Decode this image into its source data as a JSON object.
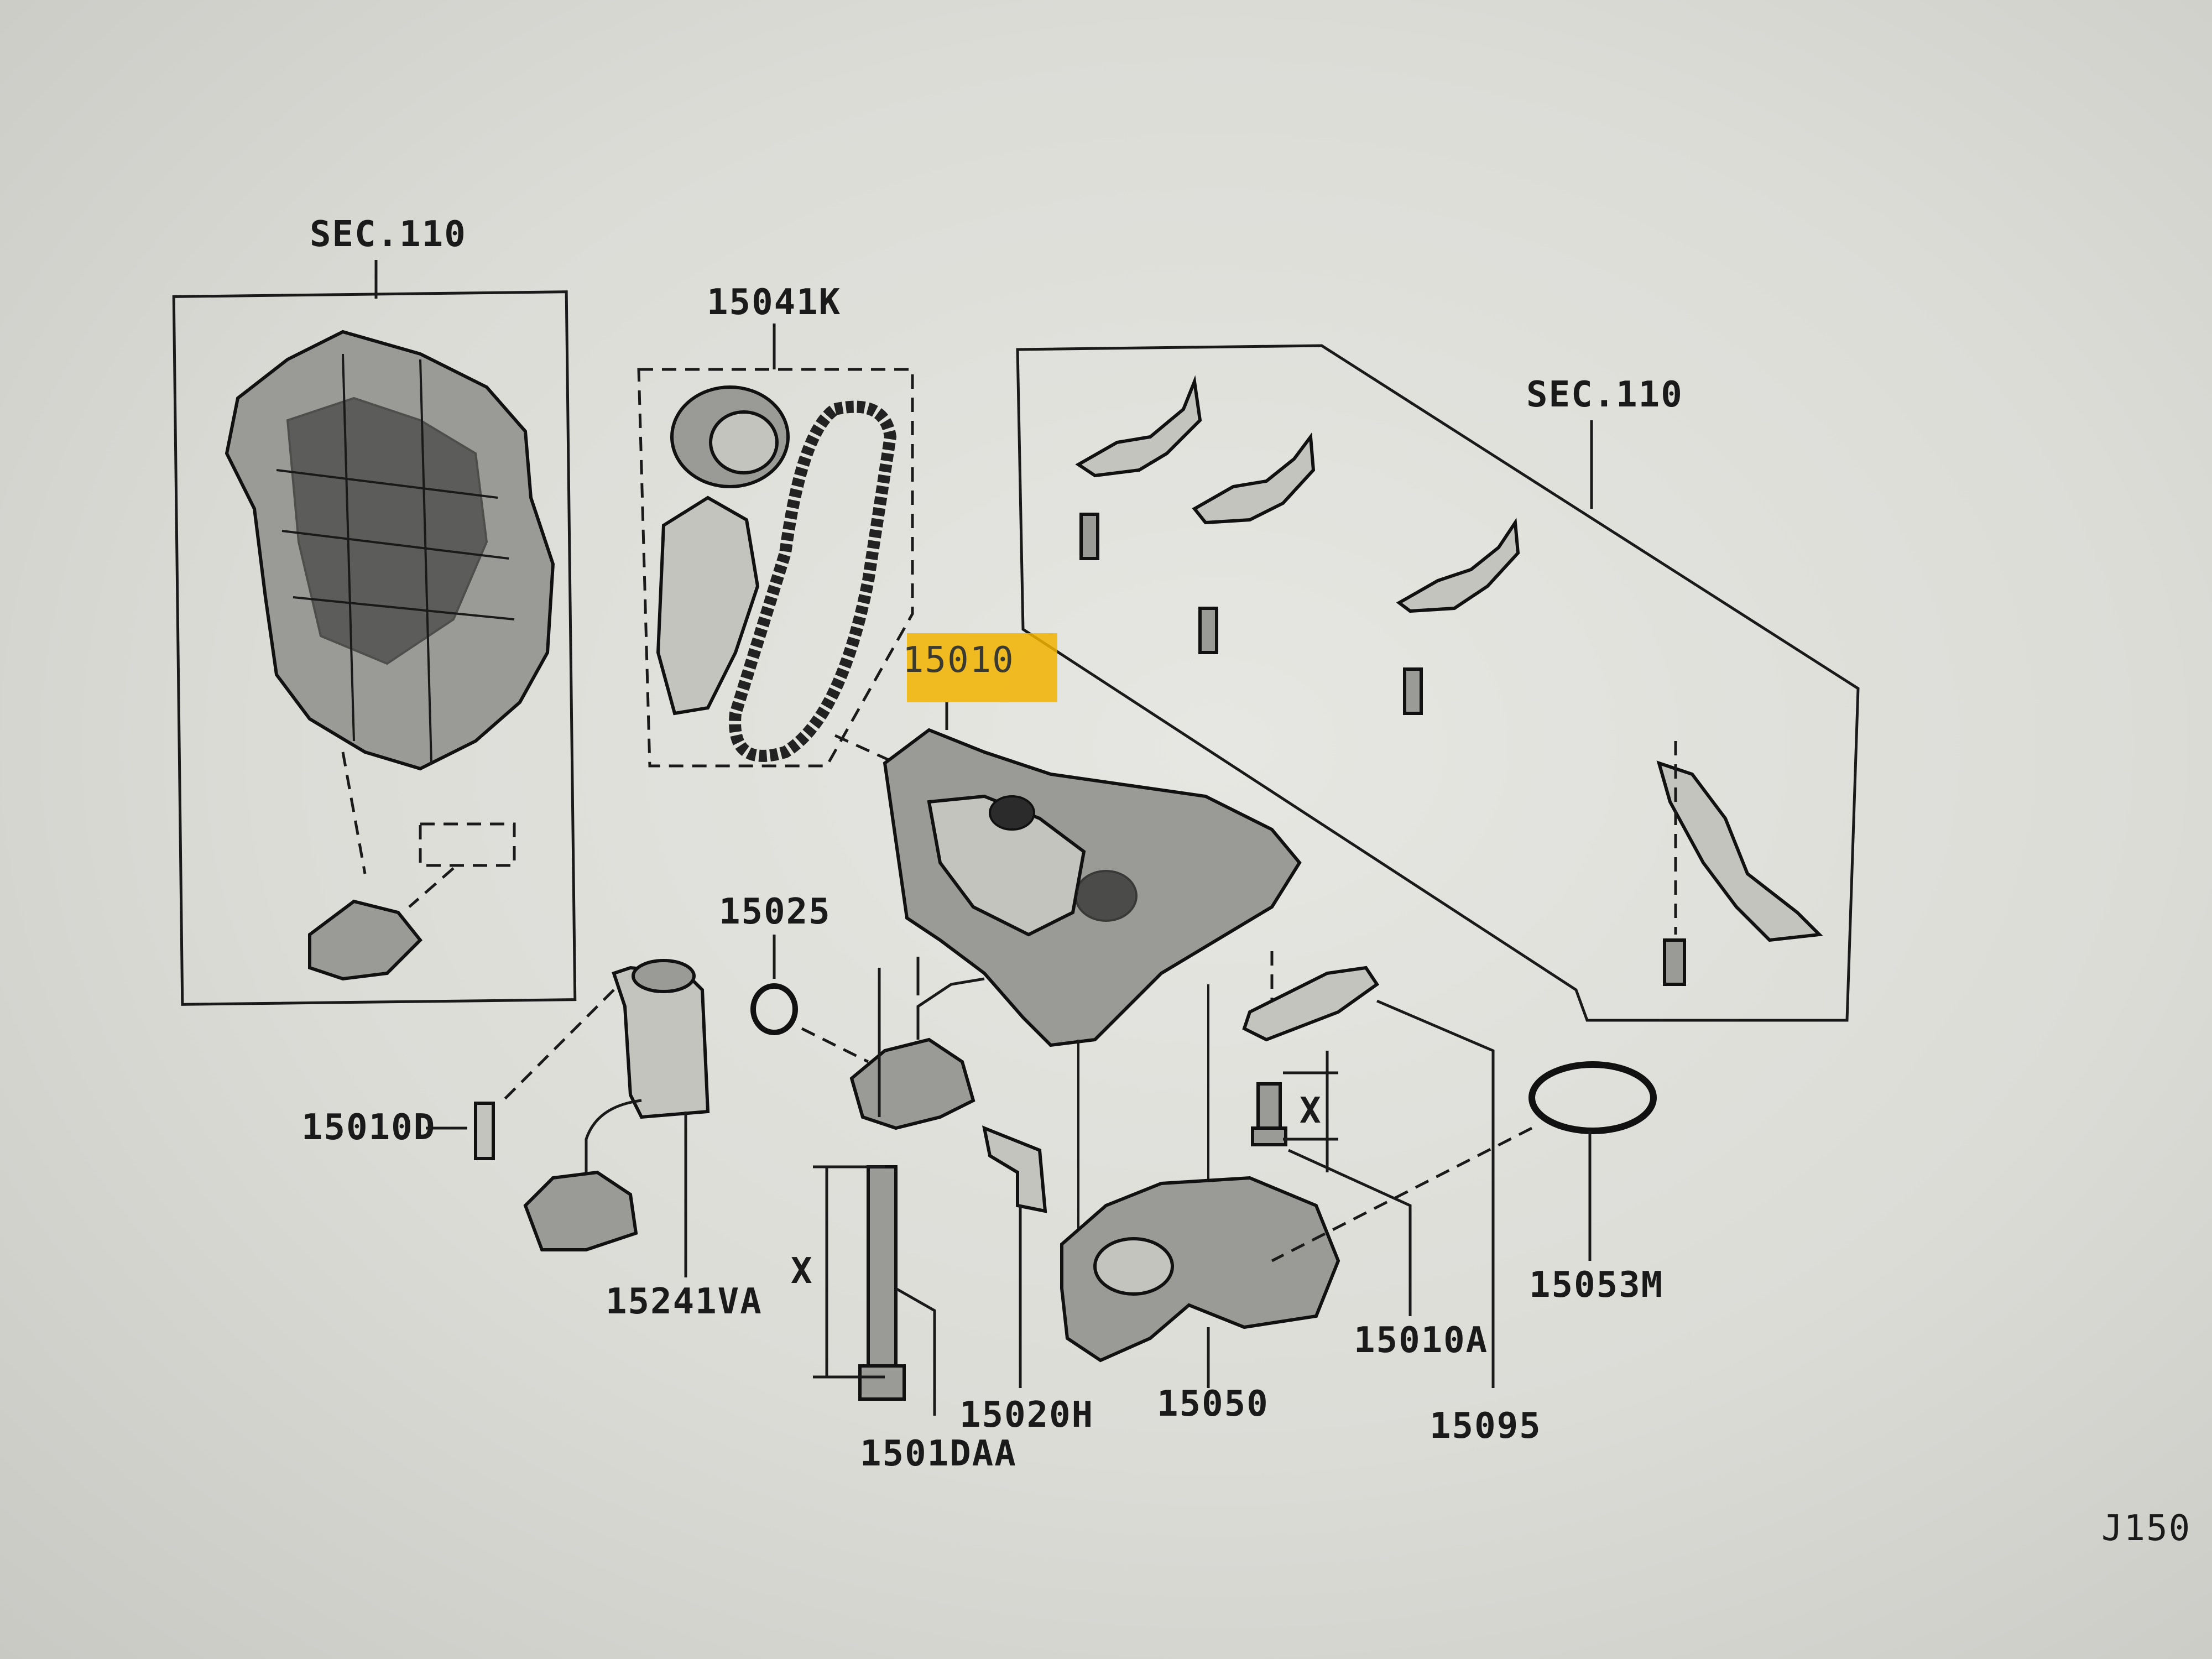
{
  "labels": {
    "sec_110_left": "SEC.110",
    "sec_110_right": "SEC.110",
    "chain_kit": "15041K",
    "oil_pump": "15010",
    "o_ring": "15025",
    "bolt_d": "15010D",
    "solenoid": "15241VA",
    "bolt_aa": "1501DAA",
    "gasket_h": "15020H",
    "strainer": "15050",
    "bolt_a": "15010A",
    "bracket": "15095",
    "seal_m": "15053M",
    "dim_x_left": "X",
    "dim_x_right": "X",
    "diagram_code": "J150"
  },
  "colors": {
    "highlight": "#f2b400",
    "line": "#1a1a1a",
    "background": "#dcdcd7"
  }
}
